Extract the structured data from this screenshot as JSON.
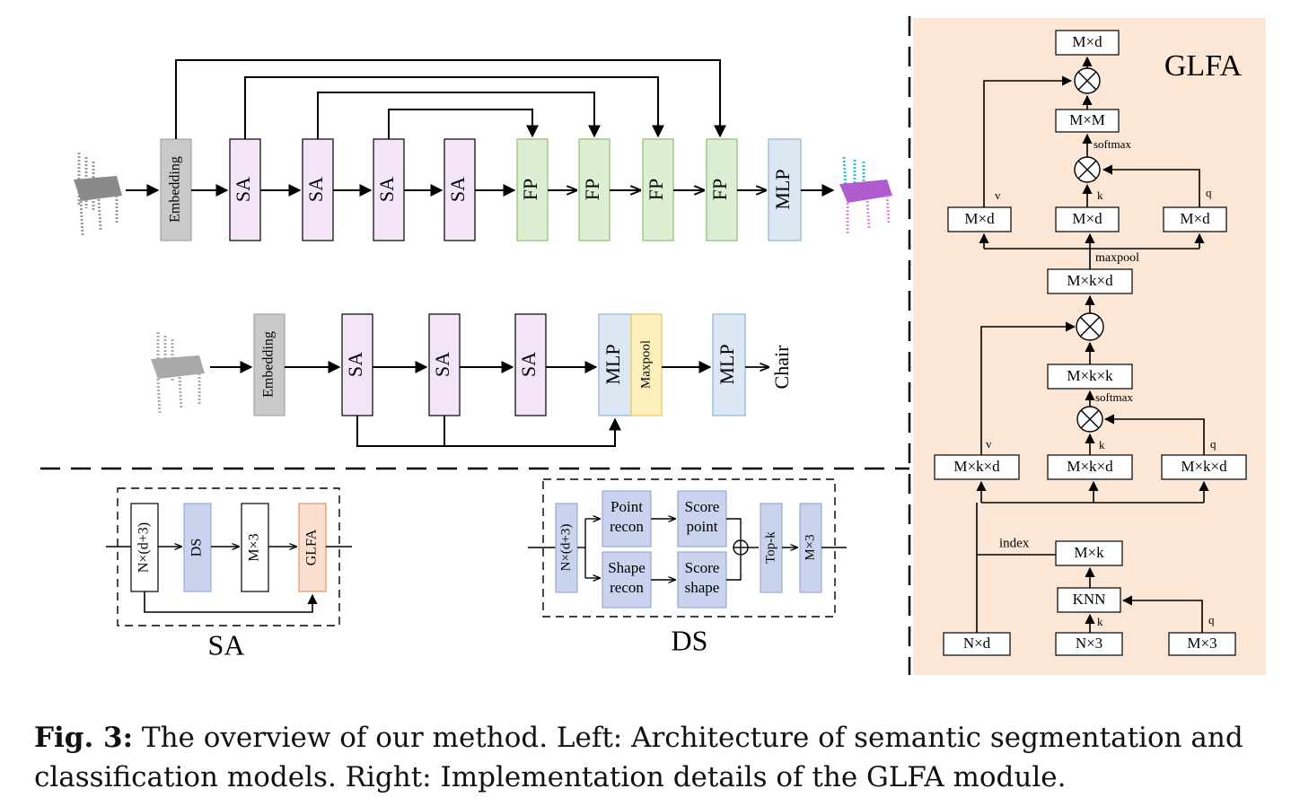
{
  "segmentation": {
    "embedding": "Embedding",
    "sa": [
      "SA",
      "SA",
      "SA",
      "SA"
    ],
    "fp": [
      "FP",
      "FP",
      "FP",
      "FP"
    ],
    "mlp": "MLP"
  },
  "classification": {
    "embedding": "Embedding",
    "sa": [
      "SA",
      "SA",
      "SA"
    ],
    "mlp1": "MLP",
    "maxpool": "Maxpool",
    "mlp2": "MLP",
    "output": "Chair"
  },
  "sa_block": {
    "title": "SA",
    "input": "N×(d+3)",
    "ds": "DS",
    "m3": "M×3",
    "glfa": "GLFA"
  },
  "ds_block": {
    "title": "DS",
    "input": "N×(d+3)",
    "point_recon": [
      "Point",
      "recon"
    ],
    "shape_recon": [
      "Shape",
      "recon"
    ],
    "score_point": [
      "Score",
      "point"
    ],
    "score_shape": [
      "Score",
      "shape"
    ],
    "topk": "Top-k",
    "m3": "M×3"
  },
  "glfa": {
    "title": "GLFA",
    "top_out": "M×d",
    "mm": "M×M",
    "softmax1": "softmax",
    "v1": "M×d",
    "k1": "M×d",
    "q1": "M×d",
    "v_label": "v",
    "k_label": "k",
    "q_label": "q",
    "maxpool": "maxpool",
    "mkd": "M×k×d",
    "mkk": "M×k×k",
    "softmax2": "softmax",
    "v2": "M×k×d",
    "k2": "M×k×d",
    "q2": "M×k×d",
    "index": "index",
    "mk": "M×k",
    "knn": "KNN",
    "nd": "N×d",
    "n3": "N×3",
    "m3": "M×3"
  },
  "caption": {
    "label": "Fig. 3:",
    "text": " The overview of our method. Left: Architecture of semantic segmentation and classification models. Right: Implementation details of the GLFA module."
  },
  "colors": {
    "gray": "#c9c9c9",
    "purple": "#f3e4f7",
    "green": "#dcefd2",
    "blue": "#dbe8f4",
    "yellow": "#fdf0bd",
    "dsblue": "#c9d3ee",
    "orange": "#fbe0cf",
    "panel": "#fce6d6"
  }
}
